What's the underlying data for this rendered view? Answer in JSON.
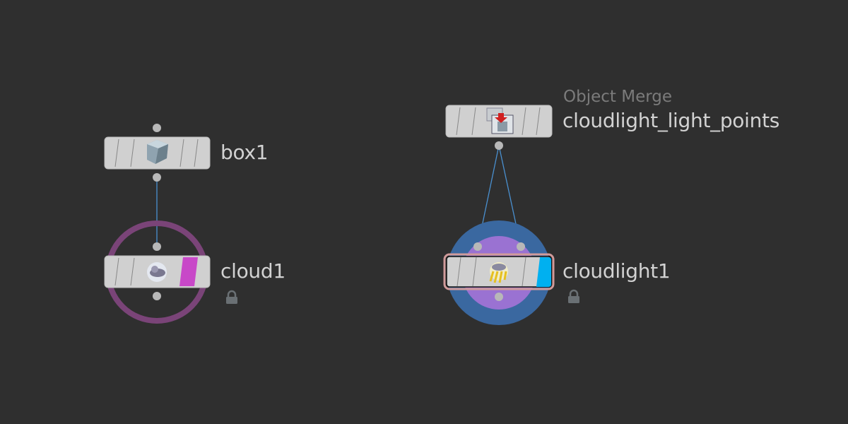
{
  "network": {
    "nodes": [
      {
        "name": "box1",
        "icon": "box-icon",
        "locked": false
      },
      {
        "name": "cloud1",
        "icon": "cloud-icon",
        "locked": true,
        "flag_color": "#c848c8",
        "ring_color": "#7a4478"
      },
      {
        "type_label": "Object Merge",
        "name": "cloudlight_light_points",
        "icon": "object-merge-icon",
        "locked": false
      },
      {
        "name": "cloudlight1",
        "icon": "cloud-light-icon",
        "locked": true,
        "flag_color": "#00b0f0",
        "selected": true
      }
    ],
    "wire_color": "#4a90d0"
  }
}
